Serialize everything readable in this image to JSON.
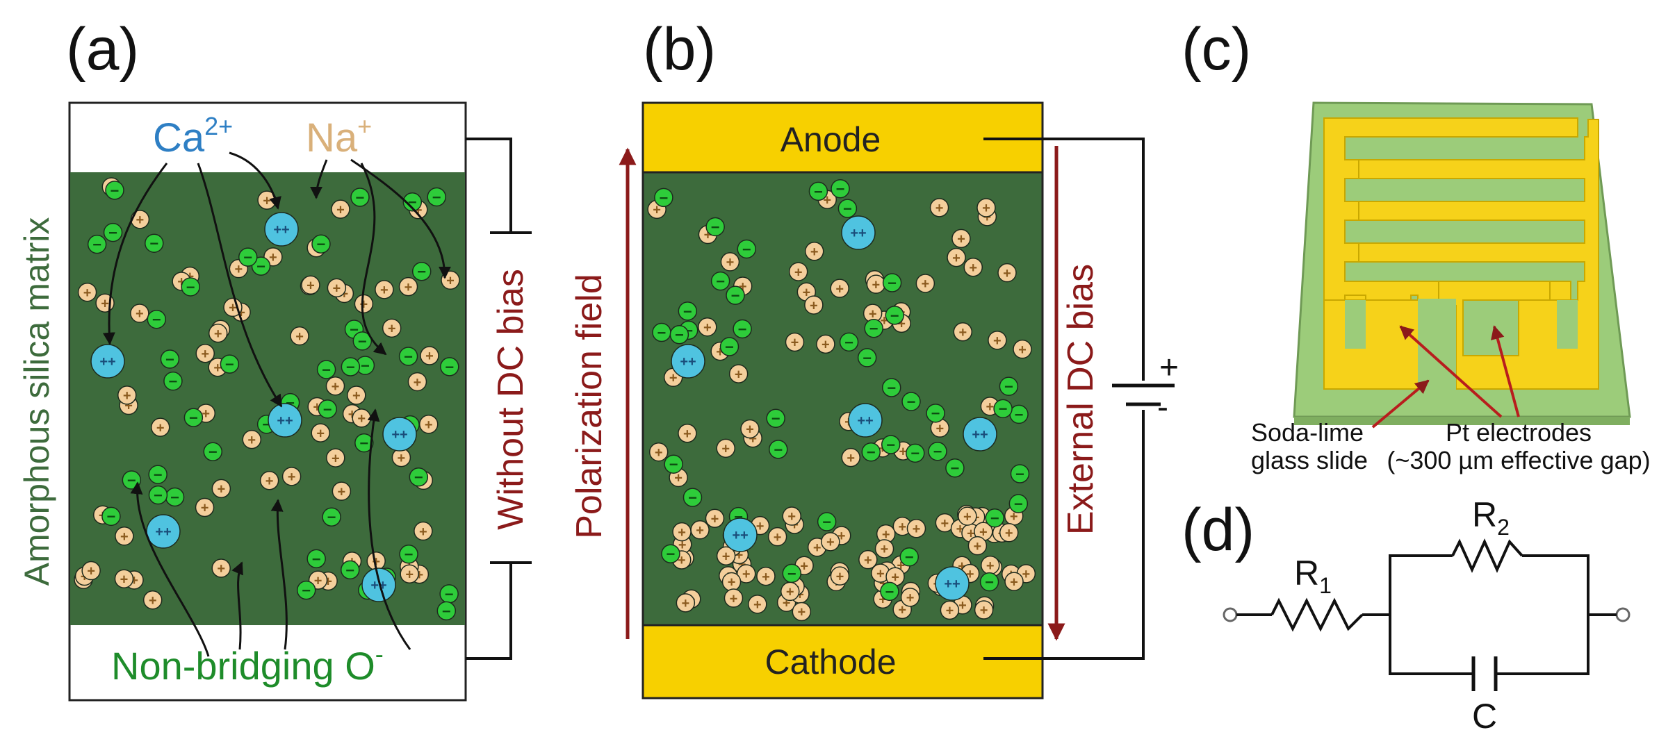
{
  "panels": {
    "a": {
      "label": "(a)",
      "ca_label": "Ca",
      "ca_charge": "2+",
      "na_label": "Na",
      "na_charge": "+",
      "side_label": "Amorphous silica matrix",
      "bias_label": "Without DC bias",
      "nbo_label": "Non-bridging O",
      "nbo_charge": "-"
    },
    "b": {
      "label": "(b)",
      "anode": "Anode",
      "cathode": "Cathode",
      "field_label": "Polarization field",
      "bias_label": "External DC bias",
      "plus": "+",
      "minus": "-"
    },
    "c": {
      "label": "(c)",
      "glass_line1": "Soda-lime",
      "glass_line2": "glass slide",
      "electrode_line1": "Pt electrodes",
      "electrode_line2": "(~300 µm effective gap)"
    },
    "d": {
      "label": "(d)",
      "r1": "R",
      "r1_sub": "1",
      "r2": "R",
      "r2_sub": "2",
      "c": "C"
    }
  },
  "ions": {
    "na_symbol": "+",
    "ca_symbol": "++",
    "o_symbol": "−"
  },
  "colors": {
    "matrix": "#3d6b3c",
    "electrode": "#f7d000",
    "na_ion": "#f4cf9c",
    "ca_ion": "#4fc3e0",
    "o_ion": "#2ecc3a",
    "arrow_red": "#8b1a1a",
    "ca_text": "#2e7fc4",
    "na_text": "#d9b07a",
    "nbo_text": "#1e8c2a",
    "side_text": "#3d6b3c",
    "glass": "#9ccc7a",
    "pt": "#f6d21a"
  }
}
